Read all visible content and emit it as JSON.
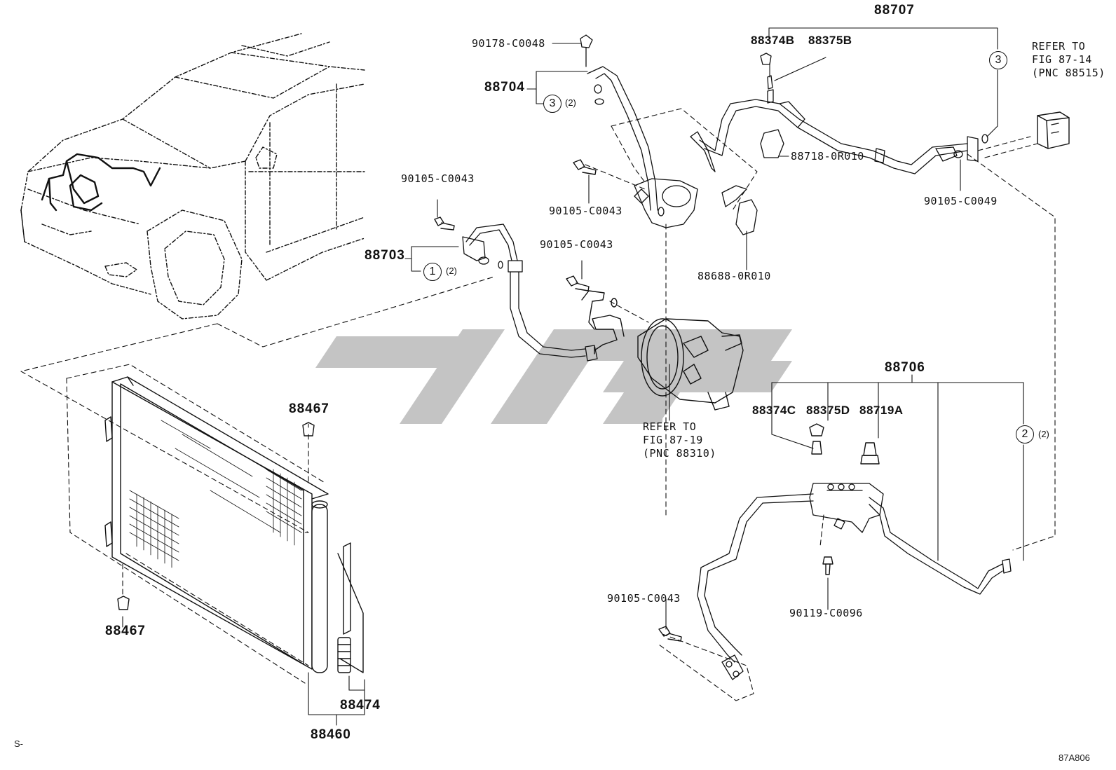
{
  "diagram": {
    "figure_code": "87A806",
    "corner_note": "S-",
    "part_labels": {
      "p88707": "88707",
      "p90178": "90178-C0048",
      "p88374b": "88374B",
      "p88375b": "88375B",
      "refer_top": "REFER TO\nFIG 87-14\n(PNC 88515)",
      "p88704": "88704",
      "p88718": "88718-0R010",
      "p90105_c0049": "90105-C0049",
      "p90105_a": "90105-C0043",
      "p90105_b": "90105-C0043",
      "p90105_c": "90105-C0043",
      "p90105_d": "90105-C0043",
      "p88688": "88688-0R010",
      "p88703": "88703",
      "p88706": "88706",
      "p88374c": "88374C",
      "p88375d": "88375D",
      "p88719a": "88719A",
      "refer_mid": "REFER TO\nFIG 87-19\n(PNC 88310)",
      "p88467_top": "88467",
      "p88467_bot": "88467",
      "p90119": "90119-C0096",
      "p88474": "88474",
      "p88460": "88460"
    },
    "callouts": {
      "c1": "1",
      "c2": "2",
      "c3a": "3",
      "c3b": "3",
      "q1": "(2)",
      "q2": "(2)",
      "q3": "(2)"
    }
  }
}
